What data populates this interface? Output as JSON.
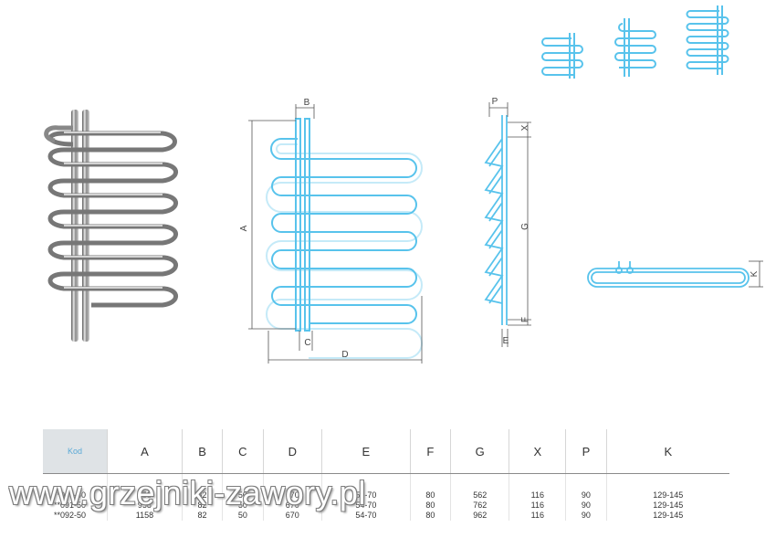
{
  "variant_icons": [
    "small-variant-thumbnail",
    "medium-variant-thumbnail",
    "large-variant-thumbnail"
  ],
  "colors": {
    "drawing": "#58c3ec",
    "chrome": "#8c8c8c",
    "header_bg": "#dfe3e6",
    "header_text": "#5aa9d6"
  },
  "front_view": {
    "label_b": "B",
    "label_a": "A",
    "label_c": "C",
    "label_d": "D"
  },
  "side_view": {
    "label_p": "P",
    "label_x": "X",
    "label_g": "G",
    "label_f": "F",
    "label_e": "E"
  },
  "top_view": {
    "label_k": "K"
  },
  "table": {
    "headers": [
      "Kod",
      "A",
      "B",
      "C",
      "D",
      "E",
      "F",
      "G",
      "X",
      "P",
      "K"
    ],
    "rows": [
      [
        "**090-50",
        "758",
        "82",
        "50",
        "670",
        "54-70",
        "80",
        "562",
        "116",
        "90",
        "129-145"
      ],
      [
        "**091-50",
        "958",
        "82",
        "50",
        "670",
        "54-70",
        "80",
        "762",
        "116",
        "90",
        "129-145"
      ],
      [
        "**092-50",
        "1158",
        "82",
        "50",
        "670",
        "54-70",
        "80",
        "962",
        "116",
        "90",
        "129-145"
      ]
    ]
  },
  "watermark": "www.grzejniki-zawory.pl"
}
